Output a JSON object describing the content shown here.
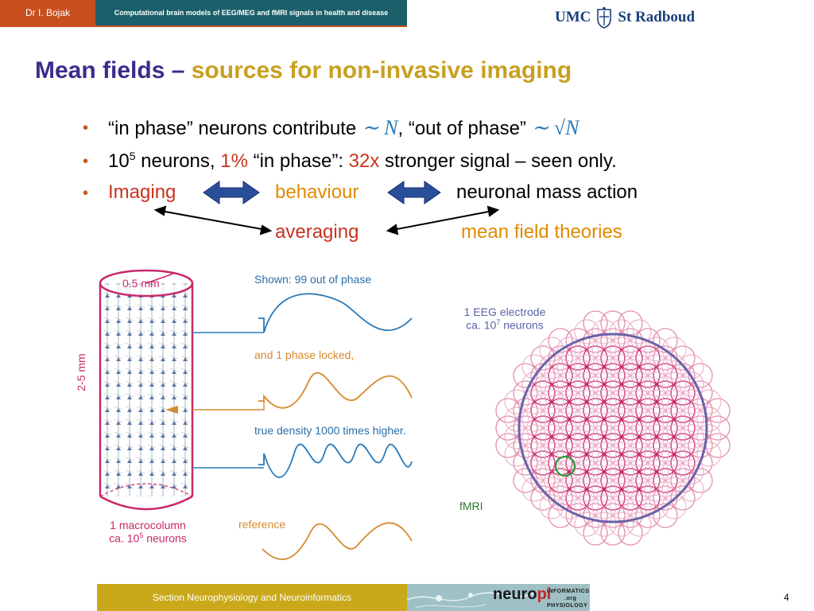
{
  "header": {
    "author": "Dr I. Bojak",
    "course": "Computational brain models of EEG/MEG and fMRI signals in health and disease",
    "logo_left": "UMC",
    "logo_right": "St Radboud"
  },
  "title": {
    "part1": "Mean fields –",
    "part2": "sources for non-invasive imaging"
  },
  "bullets": {
    "b1": {
      "text_a": "“in phase” neurons contribute",
      "math_a": "∼ N",
      "text_b": ", “out of phase”",
      "math_b": "∼ √N"
    },
    "b2": {
      "base": "10",
      "exp": "5",
      "text_a": " neurons, ",
      "pct": "1%",
      "text_b": " “in phase”: ",
      "factor": "32x",
      "text_c": " stronger signal – seen only."
    },
    "b3": {
      "imaging": "Imaging",
      "behaviour": "behaviour",
      "neuronal": "neuronal mass action"
    },
    "row4": {
      "averaging": "averaging",
      "mean_field": "mean field theories"
    }
  },
  "figure": {
    "scale": "0.5 mm",
    "height": "2-5 mm",
    "macro_line1": "1 macrocolumn",
    "macro_line2": "ca. 10",
    "macro_exp": "5",
    "macro_unit": " neurons",
    "shown": "Shown: 99 out of phase",
    "phase_locked": "and 1 phase locked,",
    "density": "true density 1000 times higher.",
    "reference": "reference",
    "eeg_line1": "1 EEG electrode",
    "eeg_line2": "ca. 10",
    "eeg_exp": "7",
    "eeg_unit": " neurons",
    "fmri": "fMRI"
  },
  "footer": {
    "section": "Section Neurophysiology and Neuroinformatics",
    "neuro": "neuro",
    "pi": "pi",
    "org": ".org",
    "informatics": "INFORMATICS",
    "physiology": "PHYSIOLOGY",
    "page": "4"
  },
  "colors": {
    "accent": "#c8501e",
    "teal": "#1a5f6a",
    "gold": "#c9a91a",
    "title": "#3a2d8c"
  }
}
